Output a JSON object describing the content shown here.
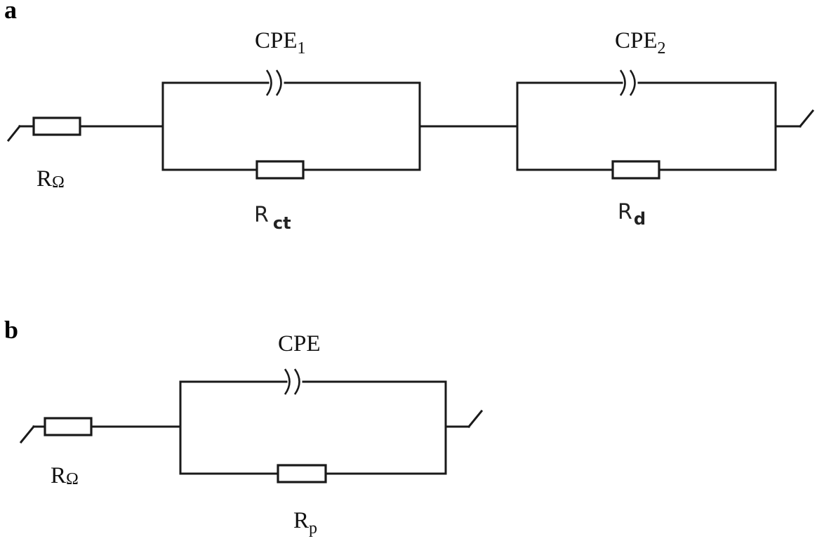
{
  "panels": [
    {
      "label": "a",
      "components": {
        "r_omega": {
          "main": "R",
          "sub": "Ω"
        },
        "cpe1": {
          "main": "CPE",
          "sub": "1"
        },
        "r_ct": {
          "main": "R",
          "sub": "ct"
        },
        "cpe2": {
          "main": "CPE",
          "sub": "2"
        },
        "r_d": {
          "main": "R",
          "sub": "d"
        }
      }
    },
    {
      "label": "b",
      "components": {
        "r_omega": {
          "main": "R",
          "sub": "Ω"
        },
        "cpe": {
          "main": "CPE"
        },
        "r_p": {
          "main": "R",
          "sub": "p"
        }
      }
    }
  ]
}
